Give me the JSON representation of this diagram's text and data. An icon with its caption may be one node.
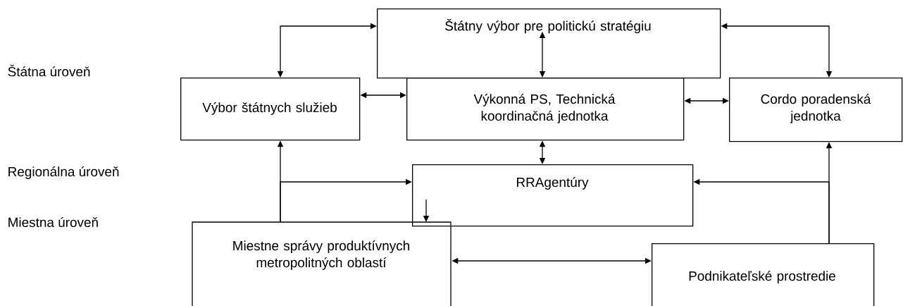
{
  "diagram": {
    "nodes": [
      {
        "text": [
          "Štátny výbor pre politickú stratégiu"
        ]
      },
      {
        "text": [
          "Výbor štátnych služieb"
        ]
      },
      {
        "text": [
          "Výkonná PS, Technická koordinačná jednotka"
        ]
      },
      {
        "text": [
          "Cordo poradenská jednotka"
        ]
      },
      {
        "text": [
          "RRAgentúry"
        ]
      },
      {
        "text": [
          "Miestne správy produktívnych metropolitných oblastí"
        ]
      },
      {
        "text": [
          "Podnikateľské prostredie"
        ]
      }
    ],
    "edges": [
      {
        "from": 1,
        "to": 0,
        "arrow": "both"
      },
      {
        "from": 0,
        "to": 3,
        "arrow": "both"
      },
      {
        "from": 0,
        "to": 2,
        "arrow": "both"
      },
      {
        "from": 1,
        "to": 2,
        "arrow": "both"
      },
      {
        "from": 2,
        "to": 3,
        "arrow": "both"
      },
      {
        "from": 2,
        "to": 4,
        "arrow": "both"
      },
      {
        "from": 5,
        "to": 1,
        "arrow": "to"
      },
      {
        "from": 5,
        "to": 4,
        "arrow": "to"
      },
      {
        "from": 6,
        "to": 3,
        "arrow": "to"
      },
      {
        "from": 6,
        "to": 4,
        "arrow": "to"
      },
      {
        "from": 5,
        "to": 6,
        "arrow": "both"
      },
      {
        "from": 4,
        "to": 5,
        "arrow": "to"
      }
    ],
    "labels": [
      "Štátna úroveň",
      "Regionálna úroveň",
      "Miestna úroveň"
    ]
  }
}
